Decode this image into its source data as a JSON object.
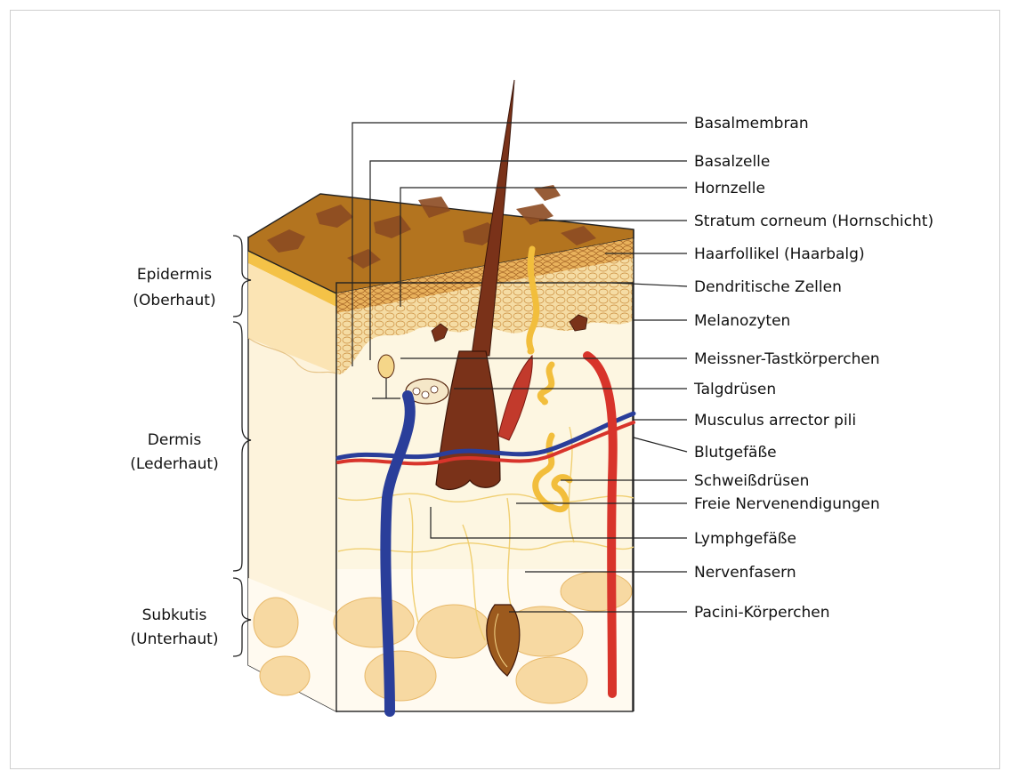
{
  "layers": [
    {
      "id": "epidermis",
      "name": "Epidermis",
      "subtitle": "(Oberhaut)"
    },
    {
      "id": "dermis",
      "name": "Dermis",
      "subtitle": "(Lederhaut)"
    },
    {
      "id": "subkutis",
      "name": "Subkutis",
      "subtitle": "(Unterhaut)"
    }
  ],
  "labels": [
    "Basalmembran",
    "Basalzelle",
    "Hornzelle",
    "Stratum corneum (Hornschicht)",
    "Haarfollikel (Haarbalg)",
    "Dendritische Zellen",
    "Melanozyten",
    "Meissner-Tastkörperchen",
    "Talgdrüsen",
    "Musculus arrector pili",
    "Blutgefäße",
    "Schweißdrüsen",
    "Freie Nervenendigungen",
    "Lymphgefäße",
    "Nervenfasern",
    "Pacini-Körperchen"
  ],
  "colors": {
    "stratum_corneum": "#b3741f",
    "corneum_patches": "#8c4b22",
    "epidermis_band": "#f2c04a",
    "epidermis_front": "#fbe3b3",
    "dermis": "#fdf6e1",
    "subkutis": "#fffaf0",
    "fat_lobules": "#f7d9a2",
    "hair": "#7a3219",
    "artery": "#d8342b",
    "vein": "#2a3e9a",
    "sweat_gland": "#f2be3c",
    "muscle": "#c23a2c"
  }
}
